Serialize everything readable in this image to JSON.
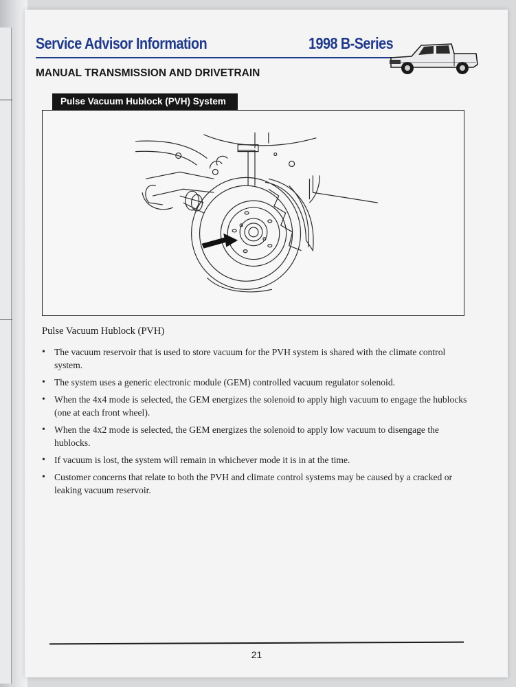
{
  "header": {
    "left_title": "Service Advisor Information",
    "right_title": "1998 B-Series"
  },
  "section_title": "MANUAL TRANSMISSION AND DRIVETRAIN",
  "tab_label": "Pulse Vacuum Hublock (PVH) System",
  "figure_caption": "Pulse Vacuum Hublock (PVH)",
  "bullets": [
    "The vacuum reservoir that is used to store vacuum for the PVH system is shared with the climate control system.",
    "The system uses a generic electronic module (GEM) controlled vacuum regulator solenoid.",
    "When the 4x4 mode is selected, the GEM energizes the solenoid to apply high vacuum to engage the hublocks (one at each front wheel).",
    "When the 4x2 mode is selected, the GEM energizes the solenoid to apply low vacuum to disengage the hublocks.",
    "If vacuum is lost, the system will remain in whichever mode it is in at the time.",
    "Customer concerns that relate to both the PVH and climate control systems may be caused by a cracked or leaking vacuum reservoir."
  ],
  "page_number": "21",
  "colors": {
    "header_blue": "#1f3a8a",
    "tab_black": "#161616",
    "paper": "#f4f4f5"
  },
  "icons": {
    "truck": "pickup-truck-illustration",
    "arrow": "pointer-arrow"
  }
}
